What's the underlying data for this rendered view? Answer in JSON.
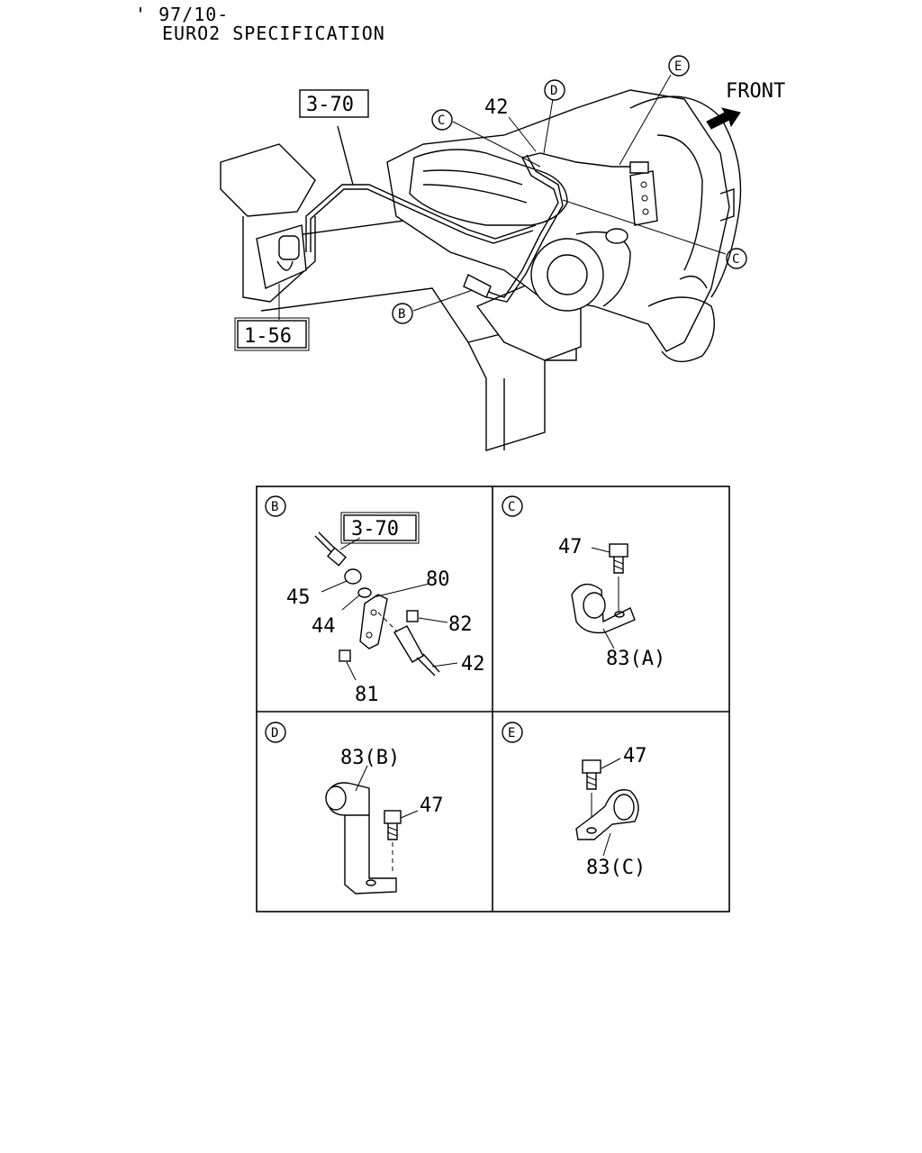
{
  "header": {
    "line1": "' 97/10-",
    "line2": "EURO2 SPECIFICATION"
  },
  "main_view": {
    "front_label": "FRONT",
    "ref_boxes": [
      "3-70",
      "1-56"
    ],
    "callouts": [
      "42"
    ],
    "circle_labels": [
      "C",
      "D",
      "E",
      "C",
      "B"
    ]
  },
  "panels": {
    "B": {
      "label": "B",
      "ref_box": "3-70",
      "parts": [
        "80",
        "45",
        "44",
        "82",
        "42",
        "81"
      ]
    },
    "C": {
      "label": "C",
      "parts": [
        "47",
        "83(A)"
      ]
    },
    "D": {
      "label": "D",
      "parts": [
        "83(B)",
        "47"
      ]
    },
    "E": {
      "label": "E",
      "parts": [
        "47",
        "83(C)"
      ]
    }
  }
}
